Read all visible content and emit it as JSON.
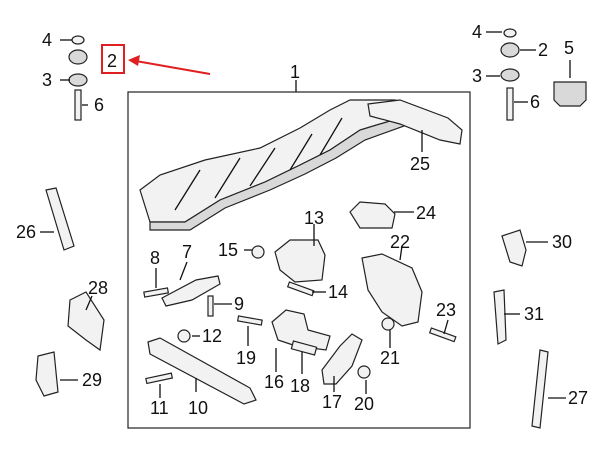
{
  "callouts": [
    {
      "id": "n1",
      "text": "1"
    },
    {
      "id": "n2L",
      "text": "2"
    },
    {
      "id": "n3L",
      "text": "3"
    },
    {
      "id": "n4L",
      "text": "4"
    },
    {
      "id": "n6L",
      "text": "6"
    },
    {
      "id": "n2R",
      "text": "2"
    },
    {
      "id": "n3R",
      "text": "3"
    },
    {
      "id": "n4R",
      "text": "4"
    },
    {
      "id": "n5",
      "text": "5"
    },
    {
      "id": "n6R",
      "text": "6"
    },
    {
      "id": "n7",
      "text": "7"
    },
    {
      "id": "n8",
      "text": "8"
    },
    {
      "id": "n9",
      "text": "9"
    },
    {
      "id": "n10",
      "text": "10"
    },
    {
      "id": "n11",
      "text": "11"
    },
    {
      "id": "n12",
      "text": "12"
    },
    {
      "id": "n13",
      "text": "13"
    },
    {
      "id": "n14",
      "text": "14"
    },
    {
      "id": "n15",
      "text": "15"
    },
    {
      "id": "n16",
      "text": "16"
    },
    {
      "id": "n17",
      "text": "17"
    },
    {
      "id": "n18",
      "text": "18"
    },
    {
      "id": "n19",
      "text": "19"
    },
    {
      "id": "n20",
      "text": "20"
    },
    {
      "id": "n21",
      "text": "21"
    },
    {
      "id": "n22",
      "text": "22"
    },
    {
      "id": "n23",
      "text": "23"
    },
    {
      "id": "n24",
      "text": "24"
    },
    {
      "id": "n25",
      "text": "25"
    },
    {
      "id": "n26",
      "text": "26"
    },
    {
      "id": "n27",
      "text": "27"
    },
    {
      "id": "n28",
      "text": "28"
    },
    {
      "id": "n29",
      "text": "29"
    },
    {
      "id": "n30",
      "text": "30"
    },
    {
      "id": "n31",
      "text": "31"
    }
  ],
  "highlight": {
    "callout": "2",
    "color": "#e02020"
  }
}
